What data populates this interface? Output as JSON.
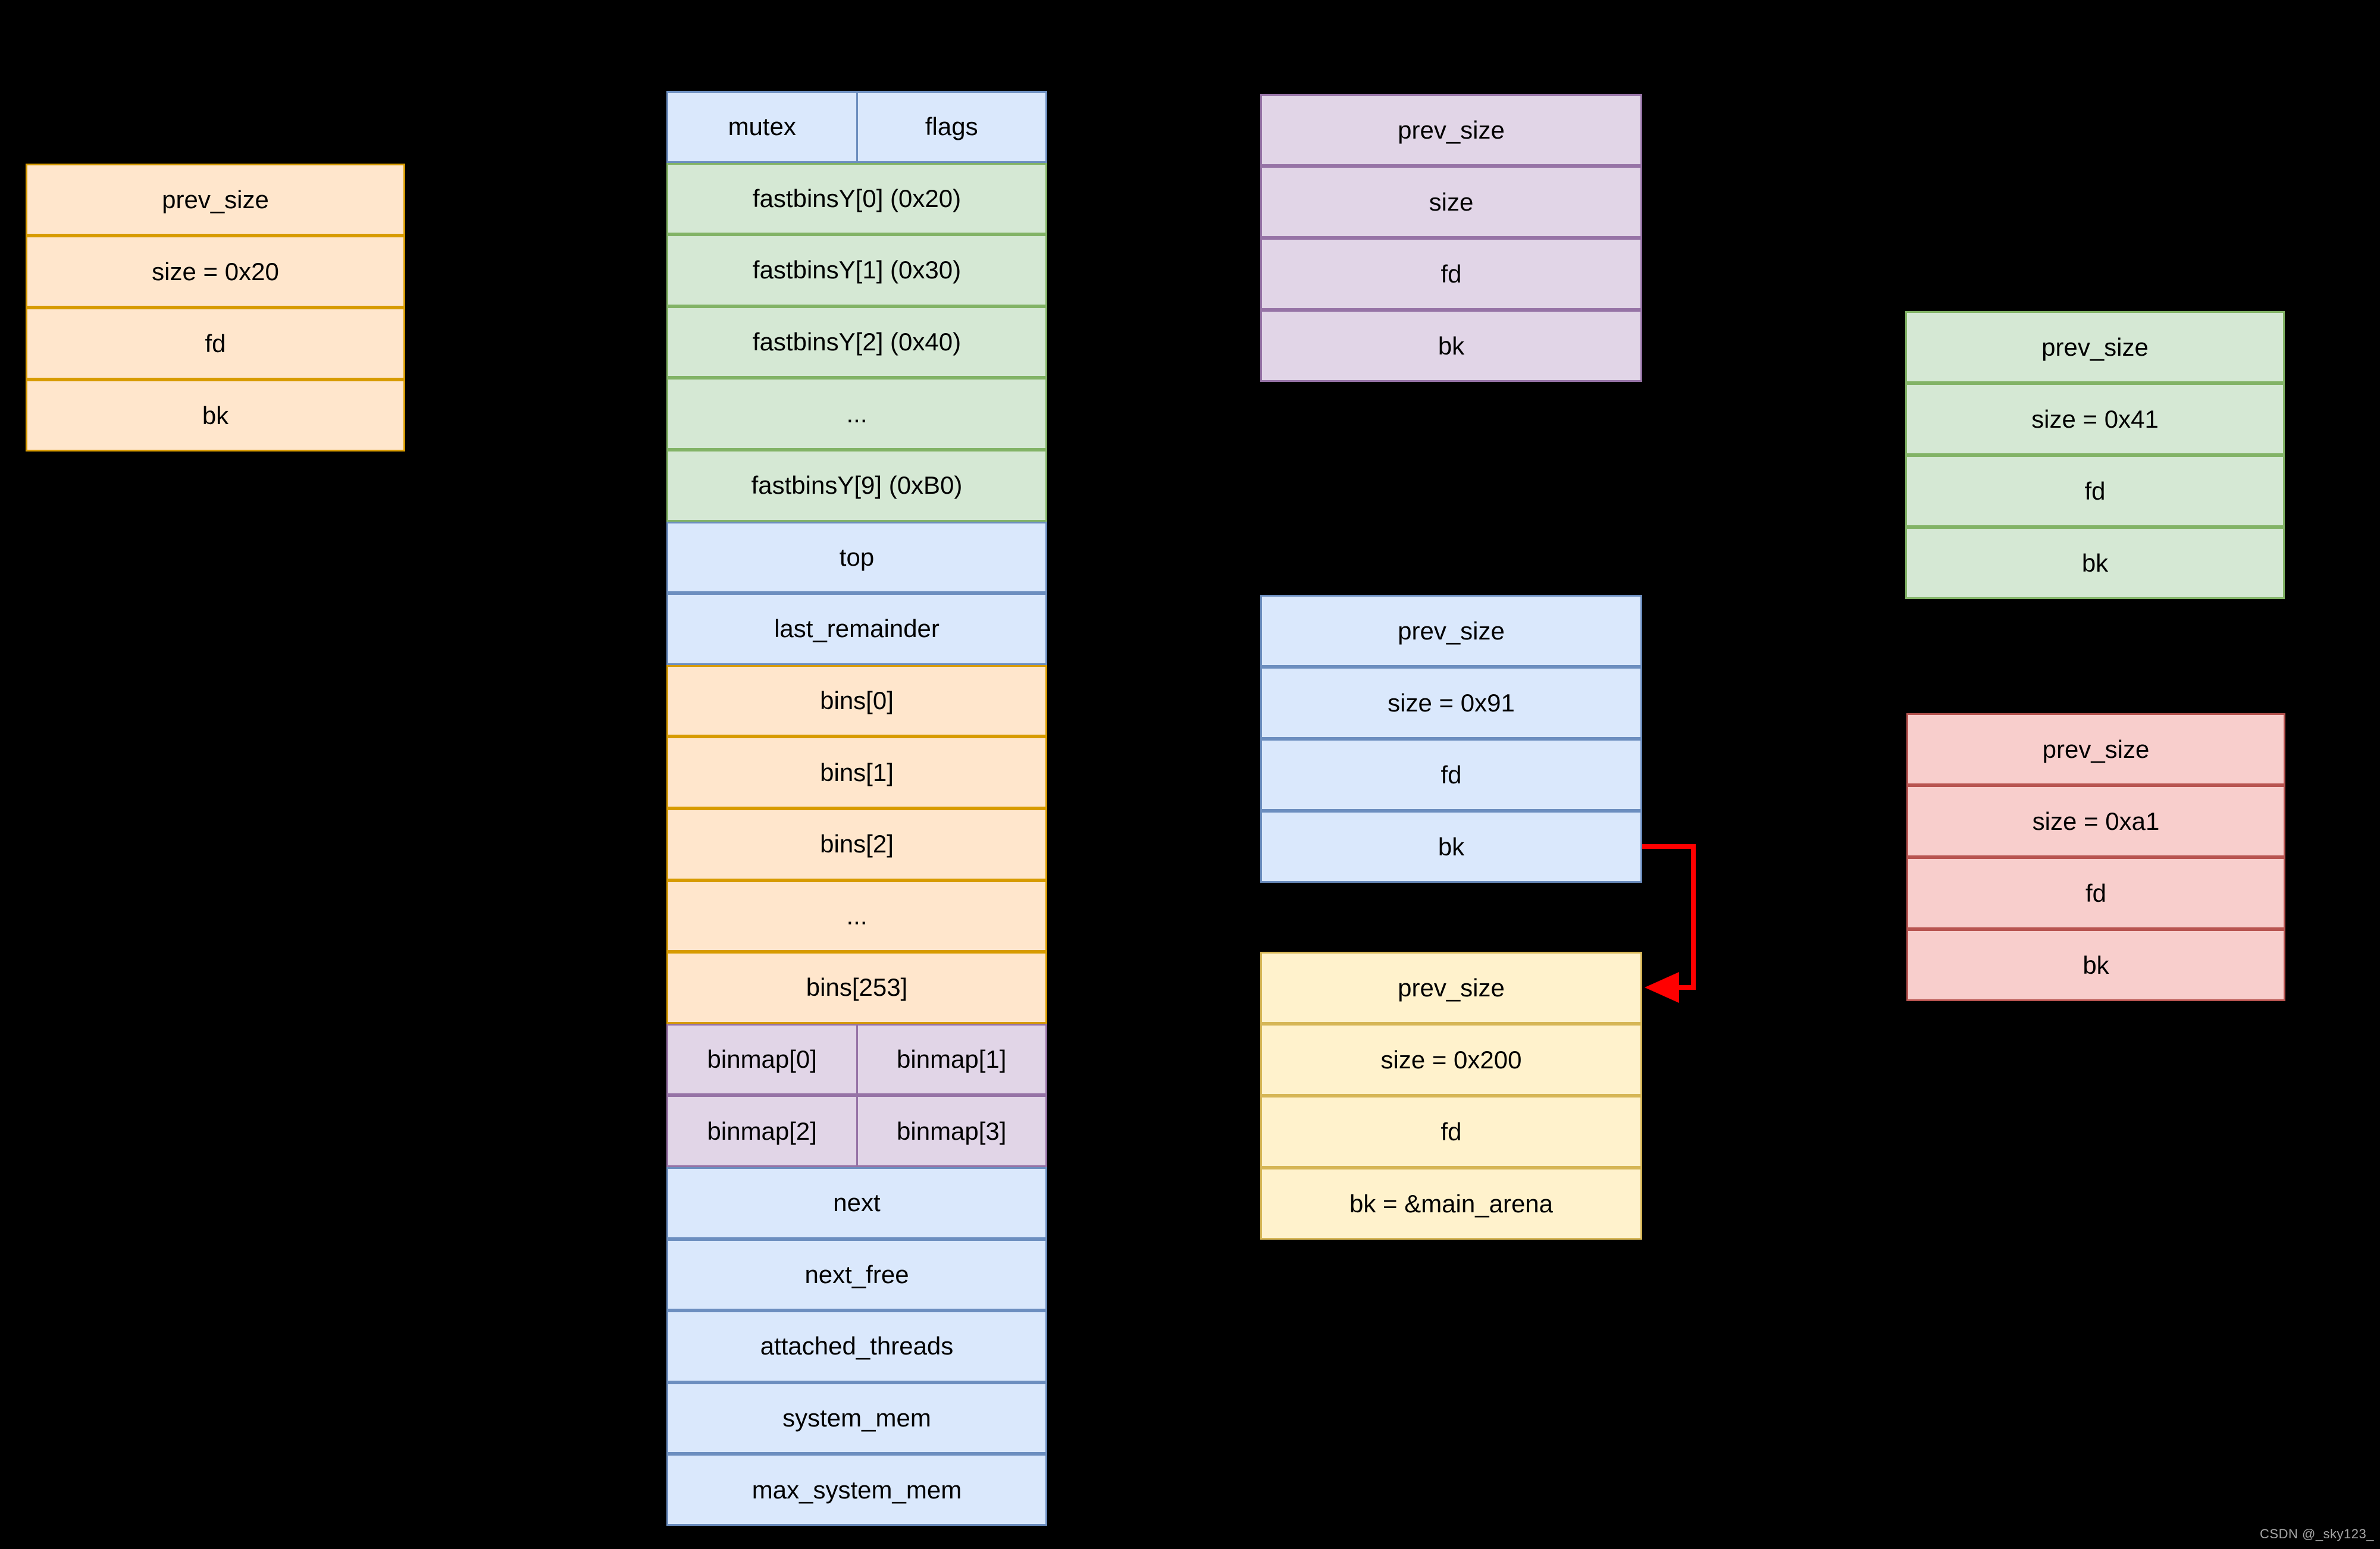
{
  "colors": {
    "background": "#000000",
    "arrow": "#ff0000",
    "watermark_text": "#a6a6a6",
    "text": "#000000",
    "orange": {
      "fill": "#ffe6cc",
      "stroke": "#d79b00"
    },
    "blue": {
      "fill": "#dae8fc",
      "stroke": "#6c8ebf"
    },
    "green": {
      "fill": "#d5e8d4",
      "stroke": "#82b366"
    },
    "purple": {
      "fill": "#e1d5e7",
      "stroke": "#9673a6"
    },
    "yellow": {
      "fill": "#fff2cc",
      "stroke": "#d6b656"
    },
    "pink": {
      "fill": "#f8cecc",
      "stroke": "#b85450"
    }
  },
  "main_arena": {
    "mutex": "mutex",
    "flags": "flags",
    "fastbins": [
      "fastbinsY[0] (0x20)",
      "fastbinsY[1] (0x30)",
      "fastbinsY[2] (0x40)",
      "...",
      "fastbinsY[9] (0xB0)"
    ],
    "top": "top",
    "last_remainder": "last_remainder",
    "bins": [
      "bins[0]",
      "bins[1]",
      "bins[2]",
      "...",
      "bins[253]"
    ],
    "binmap": [
      "binmap[0]",
      "binmap[1]",
      "binmap[2]",
      "binmap[3]"
    ],
    "next": "next",
    "next_free": "next_free",
    "attached_threads": "attached_threads",
    "system_mem": "system_mem",
    "max_system_mem": "max_system_mem"
  },
  "chunks": {
    "orange": [
      "prev_size",
      "size = 0x20",
      "fd",
      "bk"
    ],
    "purple": [
      "prev_size",
      "size",
      "fd",
      "bk"
    ],
    "blue": [
      "prev_size",
      "size = 0x91",
      "fd",
      "bk"
    ],
    "yellow": [
      "prev_size",
      "size = 0x200",
      "fd",
      "bk = &main_arena"
    ],
    "green": [
      "prev_size",
      "size = 0x41",
      "fd",
      "bk"
    ],
    "pink": [
      "prev_size",
      "size = 0xa1",
      "fd",
      "bk"
    ]
  },
  "watermark": "CSDN @_sky123_"
}
